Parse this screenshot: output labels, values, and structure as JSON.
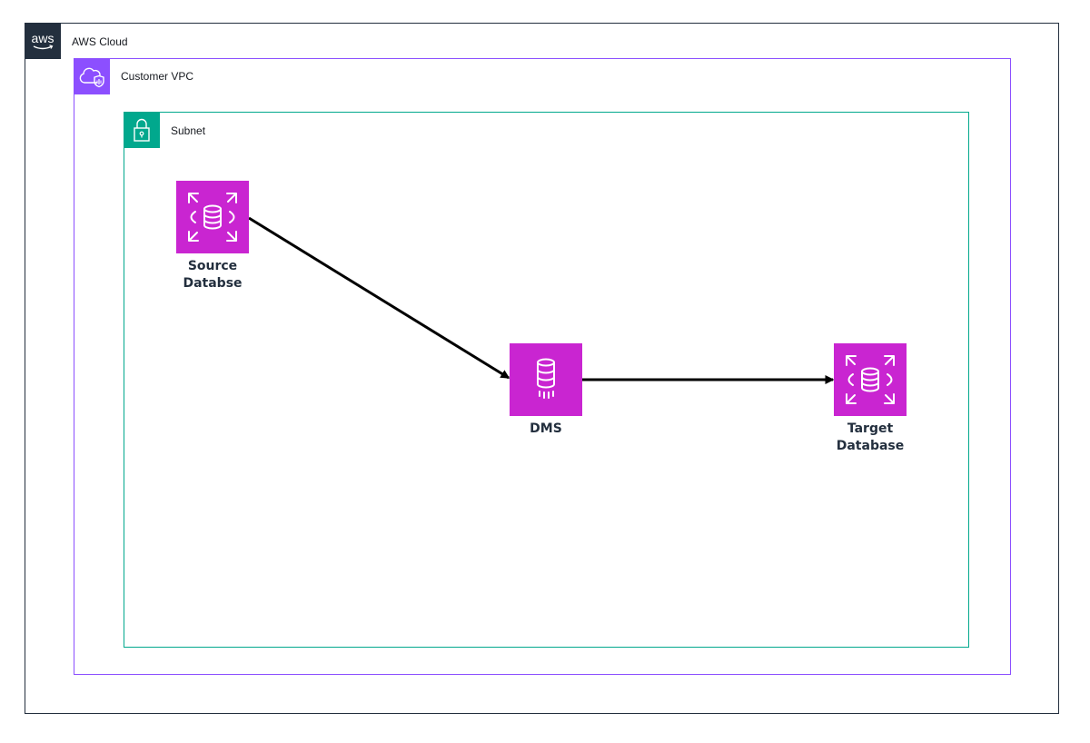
{
  "groups": {
    "cloud": {
      "title": "AWS Cloud",
      "icon": "aws-logo-icon",
      "color": "#232f3e"
    },
    "vpc": {
      "title": "Customer VPC",
      "icon": "vpc-cloud-shield-icon",
      "color": "#8c4fff"
    },
    "subnet": {
      "title": "Subnet",
      "icon": "padlock-icon",
      "color": "#01a88d"
    }
  },
  "nodes": {
    "source": {
      "label_line1": "Source",
      "label_line2": "Databse",
      "icon": "rds-database-icon",
      "color": "#c925d1"
    },
    "dms": {
      "label_line1": "DMS",
      "icon": "dms-database-migration-icon",
      "color": "#c925d1"
    },
    "target": {
      "label_line1": "Target",
      "label_line2": "Database",
      "icon": "rds-database-icon",
      "color": "#c925d1"
    }
  },
  "edges": [
    {
      "from": "Source Databse",
      "to": "DMS"
    },
    {
      "from": "DMS",
      "to": "Target Database"
    }
  ]
}
